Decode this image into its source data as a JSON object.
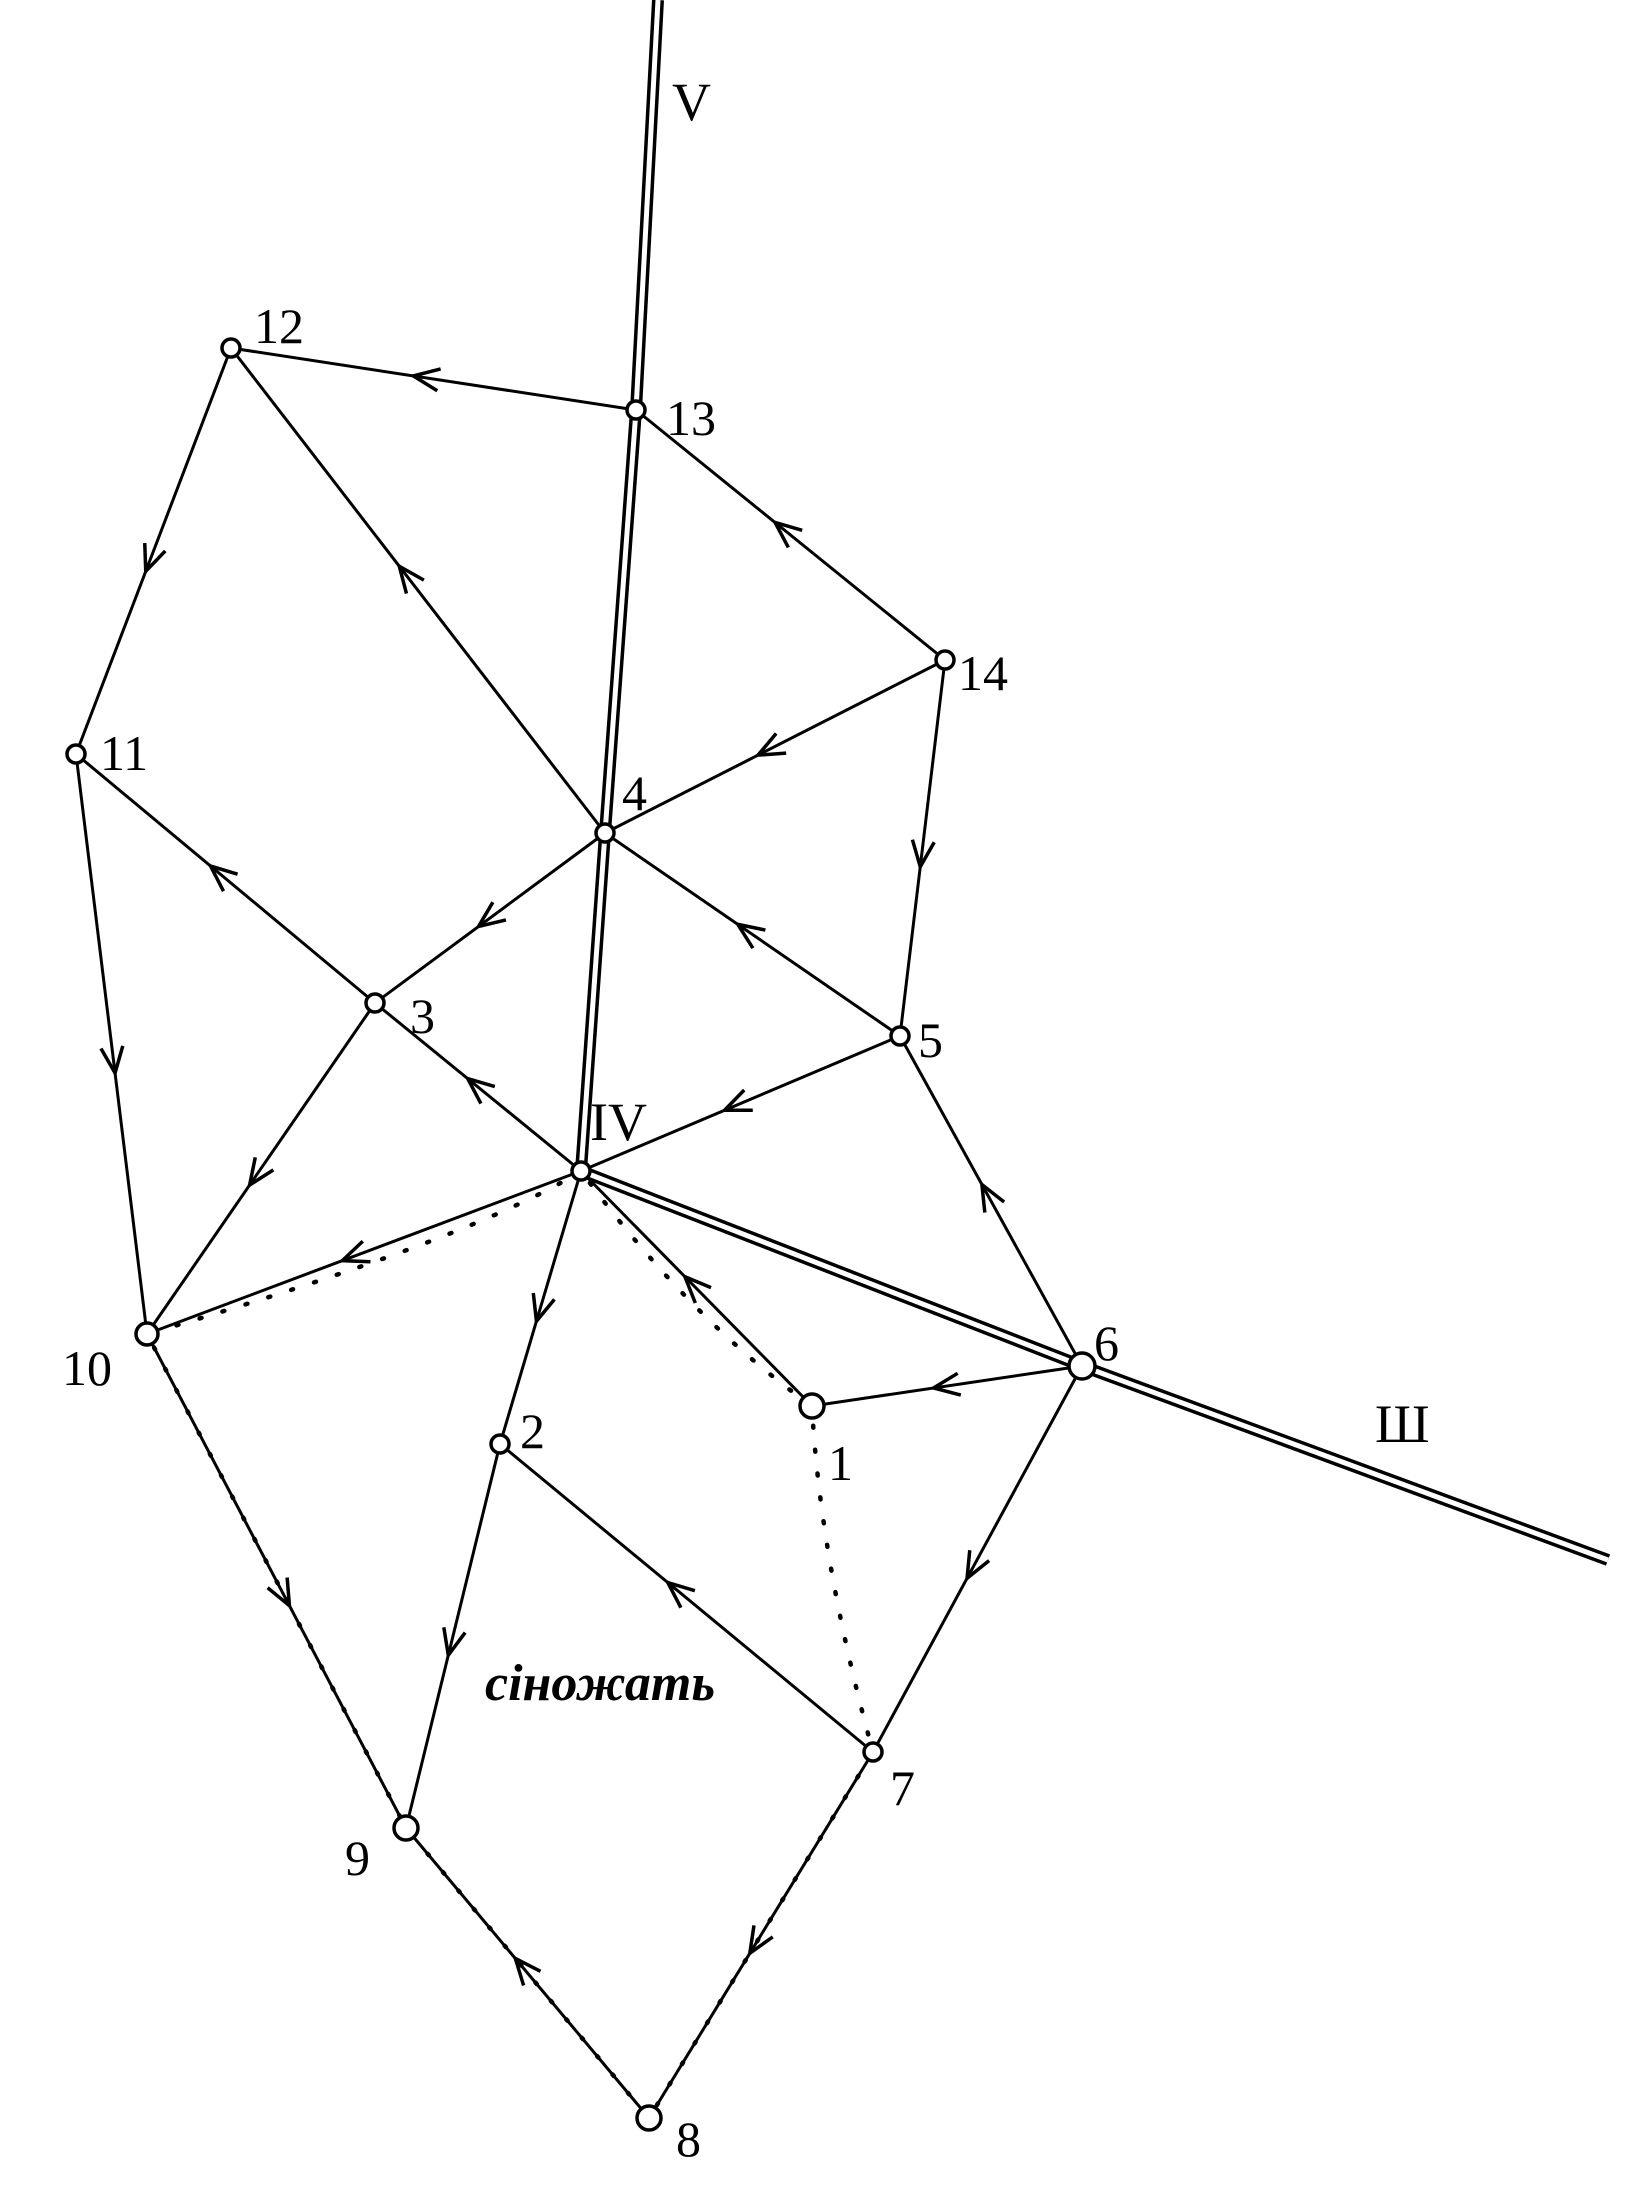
{
  "stations": [
    {
      "id": "1",
      "label": "1"
    },
    {
      "id": "2",
      "label": "2"
    },
    {
      "id": "3",
      "label": "3"
    },
    {
      "id": "4",
      "label": "4"
    },
    {
      "id": "5",
      "label": "5"
    },
    {
      "id": "6",
      "label": "6"
    },
    {
      "id": "7",
      "label": "7"
    },
    {
      "id": "8",
      "label": "8"
    },
    {
      "id": "9",
      "label": "9"
    },
    {
      "id": "10",
      "label": "10"
    },
    {
      "id": "11",
      "label": "11"
    },
    {
      "id": "12",
      "label": "12"
    },
    {
      "id": "13",
      "label": "13"
    },
    {
      "id": "14",
      "label": "14"
    },
    {
      "id": "IV",
      "label": "IV"
    }
  ],
  "road_labels": {
    "north": "V",
    "east": "Ш"
  },
  "area_label": "сіножать",
  "edges": [
    {
      "from": "13",
      "to": "12"
    },
    {
      "from": "14",
      "to": "13"
    },
    {
      "from": "12",
      "to": "11"
    },
    {
      "from": "4",
      "to": "12"
    },
    {
      "from": "14",
      "to": "4"
    },
    {
      "from": "14",
      "to": "5"
    },
    {
      "from": "4",
      "to": "3"
    },
    {
      "from": "5",
      "to": "4"
    },
    {
      "from": "3",
      "to": "11"
    },
    {
      "from": "11",
      "to": "10"
    },
    {
      "from": "3",
      "to": "10"
    },
    {
      "from": "IV",
      "to": "3"
    },
    {
      "from": "5",
      "to": "IV"
    },
    {
      "from": "6",
      "to": "5"
    },
    {
      "from": "IV",
      "to": "10"
    },
    {
      "from": "IV",
      "to": "2"
    },
    {
      "from": "1",
      "to": "IV"
    },
    {
      "from": "6",
      "to": "1"
    },
    {
      "from": "6",
      "to": "7"
    },
    {
      "from": "2",
      "to": "9"
    },
    {
      "from": "7",
      "to": "2"
    },
    {
      "from": "10",
      "to": "9"
    },
    {
      "from": "7",
      "to": "8"
    },
    {
      "from": "8",
      "to": "9"
    }
  ],
  "boundary_dotted": [
    "IV",
    "10",
    "9",
    "8",
    "7",
    "1",
    "IV"
  ]
}
